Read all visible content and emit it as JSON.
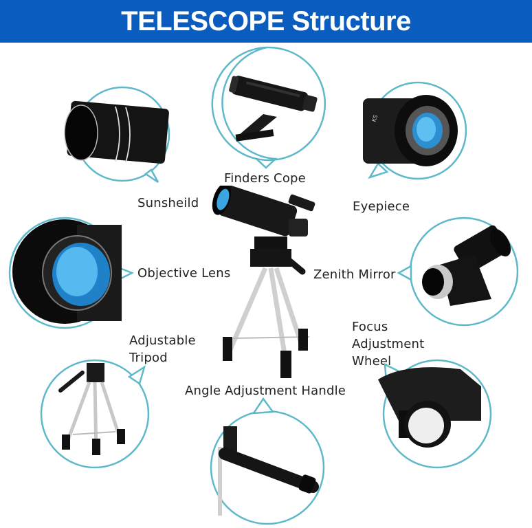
{
  "title": "TELESCOPE Structure",
  "colors": {
    "header_bg": "#0b5cbf",
    "header_text": "#ffffff",
    "bubble_outline": "#5db8c9",
    "label_text": "#222222",
    "lens_blue": "#3aa5e0"
  },
  "parts": [
    {
      "id": "finderscope",
      "label": "Finders Cope"
    },
    {
      "id": "sunshield",
      "label": "Sunsheild"
    },
    {
      "id": "eyepiece",
      "label": "Eyepiece"
    },
    {
      "id": "objective-lens",
      "label": "Objective Lens"
    },
    {
      "id": "zenith-mirror",
      "label": "Zenith Mirror"
    },
    {
      "id": "adjustable-tripod",
      "label_lines": [
        "Adjustable",
        "Tripod"
      ]
    },
    {
      "id": "focus-wheel",
      "label_lines": [
        "Focus",
        "Adjustment",
        "Wheel"
      ]
    },
    {
      "id": "angle-handle",
      "label": "Angle Adjustment Handle"
    }
  ],
  "center_image": "telescope-on-tripod"
}
